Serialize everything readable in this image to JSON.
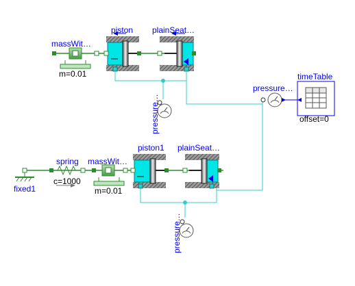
{
  "diagram": {
    "colors": {
      "label": "#0000ee",
      "flange": "#2e8b2e",
      "hydraulic": "#33cccc",
      "body": "#00e5e5",
      "hatch": "#606060"
    },
    "top_row": {
      "mass_name": "massWit…",
      "mass_param": "m=0.01",
      "piston_name": "piston",
      "seat_name": "plainSeat…",
      "pressure_name": "pressure…"
    },
    "source": {
      "pressure_name": "pressure…",
      "table_name": "timeTable",
      "table_param": "offset=0"
    },
    "bottom_row": {
      "spring_name": "spring",
      "spring_param": "c=1000",
      "fixed_name": "fixed1",
      "mass_name": "massWit…",
      "mass_param": "m=0.01",
      "piston_name": "piston1",
      "seat_name": "plainSeat…",
      "pressure_name": "pressure…"
    }
  }
}
